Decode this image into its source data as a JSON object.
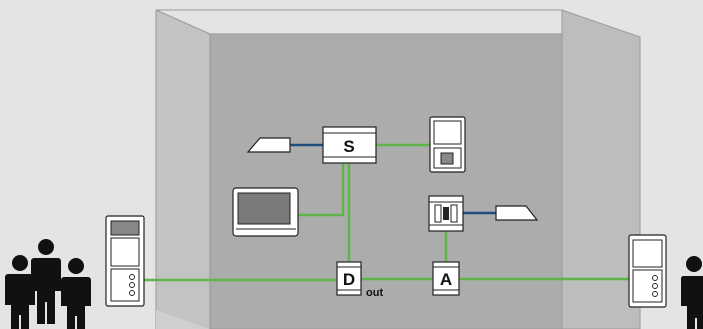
{
  "colors": {
    "background": "#e4e4e4",
    "room_wall": "#b8b8b8",
    "room_back": "#a9a9a9",
    "green_wire": "#5fb548",
    "blue_wire": "#1f4d7d",
    "device_fill": "#ffffff",
    "device_stroke": "#222222",
    "screen": "#7a7a7a",
    "person": "#111111"
  },
  "labels": {
    "switch_actuator": "S",
    "distributor": "D",
    "distributor_suffix": "out",
    "amplifier": "A"
  },
  "icons": [
    "group-of-people-icon",
    "single-person-icon",
    "outdoor-station-icon",
    "indoor-station-icon",
    "video-monitor-icon",
    "door-opener-icon",
    "power-supply-icon"
  ]
}
